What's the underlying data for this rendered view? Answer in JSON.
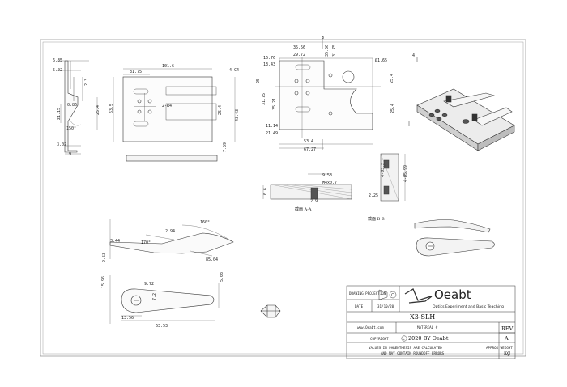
{
  "drawing": {
    "dims": {
      "left_view": [
        "6.35",
        "5.02",
        "2.3",
        "0.86",
        "21.15",
        "25.4",
        "150°",
        "3.02",
        "9"
      ],
      "plate_top": [
        "101.6",
        "31.75",
        "4-C4",
        "2-R4",
        "63.5",
        "25.4",
        "43.43",
        "7.59"
      ],
      "plate_right": [
        "3",
        "35.56",
        "29.72",
        "16.76",
        "13.43",
        "35.56",
        "31.75",
        "Ø1.65",
        "4",
        "25.4",
        "25",
        "11.14",
        "21.49",
        "53.4",
        "67.27",
        "35.21",
        "25.4",
        "31.75"
      ],
      "section_a": [
        "6.6",
        "9.53",
        "M4x0.7",
        "2.9"
      ],
      "section_b": [
        "2.25",
        "4-Ø3.2",
        "4-Ø5.99"
      ],
      "clip_side": [
        "160°",
        "2.94",
        "3.44",
        "170°",
        "9.53",
        "85.04"
      ],
      "clip_top": [
        "9.72",
        "7.2",
        "15.96",
        "13.56",
        "63.53",
        "5.08"
      ]
    },
    "captions": {
      "section_a": "截面 A-A",
      "section_b": "截面 B-B"
    }
  },
  "title_block": {
    "projection_label": "DRAWING PROJECTION",
    "date_label": "DATE",
    "date_value": "31/10/20",
    "logo_text": "Oeabt",
    "logo_tagline": "Optics Experiment and Basic Teaching",
    "part_name": "X3-SLH",
    "website": "www.Oeabt.com",
    "material_label": "MATERIAL #",
    "rev_label": "REV",
    "rev_value": "A",
    "copyright_label": "COPYRIGHT",
    "copyright_value": "2020 BY Oeabt",
    "note_line1": "VALUES IN PARENTHESIS ARE CALCULATED",
    "note_line2": "AND MAY CONTAIN ROUNDOFF ERRORS",
    "approx_label": "APPROX WEIGHT",
    "weight_unit": "kg"
  }
}
